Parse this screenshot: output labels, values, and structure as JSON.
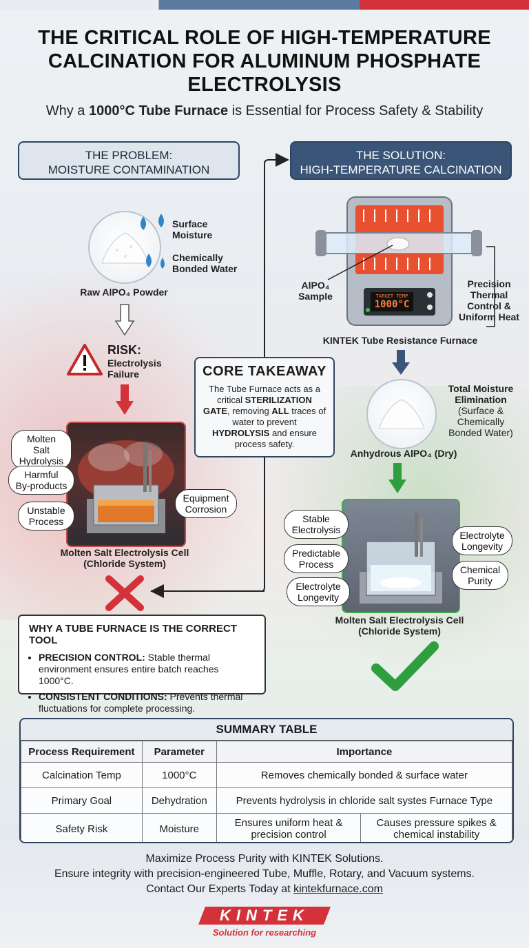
{
  "header": {
    "title": "THE CRITICAL ROLE OF HIGH-TEMPERATURE CALCINATION FOR ALUMINUM PHOSPHATE ELECTROLYSIS",
    "subtitle_pre": "Why a ",
    "subtitle_bold": "1000°C Tube Furnace",
    "subtitle_post": " is Essential for Process Safety & Stability"
  },
  "problem": {
    "heading_1": "THE PROBLEM:",
    "heading_2": "MOISTURE CONTAMINATION",
    "surface_moisture": [
      "Surface",
      "Moisture"
    ],
    "bonded_water": [
      "Chemically",
      "Bonded Water"
    ],
    "powder_label": "Raw AlPO₄ Powder",
    "risk_title": "RISK:",
    "risk_text": [
      "Electrolysis",
      "Failure"
    ],
    "effects": {
      "hydrolysis": [
        "Molten Salt",
        "Hydrolysis"
      ],
      "byproducts": [
        "Harmful",
        "By-products"
      ],
      "unstable": [
        "Unstable",
        "Process"
      ],
      "corrosion": [
        "Equipment",
        "Corrosion"
      ]
    },
    "cell_label": [
      "Molten Salt Electrolysis Cell",
      "(Chloride System)"
    ]
  },
  "solution": {
    "heading_1": "THE SOLUTION:",
    "heading_2": "HIGH-TEMPERATURE CALCINATION",
    "sample_label": [
      "AlPO₄",
      "Sample"
    ],
    "control_label": [
      "Precision",
      "Thermal",
      "Control &",
      "Uniform Heat"
    ],
    "furnace_label": "KINTEK Tube Resistance Furnace",
    "display_top": "TARGET TEMP",
    "display_value": "1000°C",
    "moisture_title": [
      "Total Moisture",
      "Elimination"
    ],
    "moisture_sub": [
      "(Surface &",
      "Chemically",
      "Bonded Water)"
    ],
    "dry_label": "Anhydrous AlPO₄ (Dry)",
    "benefits": {
      "stable": [
        "Stable",
        "Electrolysis"
      ],
      "predictable": [
        "Predictable",
        "Process"
      ],
      "longevity_left": [
        "Electrolyte",
        "Longevity"
      ],
      "longevity_right": [
        "Electrolyte",
        "Longevity"
      ],
      "purity": [
        "Chemical",
        "Purity"
      ]
    },
    "cell_label": [
      "Molten Salt Electrolysis Cell",
      "(Chloride System)"
    ]
  },
  "core": {
    "title": "CORE TAKEAWAY",
    "t1": "The Tube Furnace acts as a critical ",
    "b1": "STERILIZATION GATE",
    "t2": ", removing ",
    "b2": "ALL",
    "t3": " traces of water to prevent ",
    "b3": "HYDROLYSIS",
    "t4": " and ensure process safety."
  },
  "why": {
    "title": "WHY A TUBE FURNACE IS THE CORRECT TOOL",
    "item1_bold": "PRECISION CONTROL:",
    "item1_text": " Stable thermal environment ensures entire batch reaches 1000°C.",
    "item2_bold": "CONSISTENT CONDITIONS:",
    "item2_text": " Prevents thermal fluctuations for complete processing."
  },
  "summary": {
    "title": "SUMMARY TABLE",
    "headers": [
      "Process Requirement",
      "Parameter",
      "Importance"
    ],
    "rows": [
      {
        "req": "Calcination Temp",
        "param": "1000°C",
        "imp": "Removes chemically bonded & surface water"
      },
      {
        "req": "Primary Goal",
        "param": "Dehydration",
        "imp": "Prevents hydrolysis in chloride salt systes Furnace Type"
      },
      {
        "req": "Safety Risk",
        "param": "Moisture",
        "imp_a": "Ensures uniform heat & precision control",
        "imp_b": "Causes pressure spikes & chemical instability"
      }
    ]
  },
  "footer": {
    "line1": "Maximize Process Purity with KINTEK Solutions.",
    "line2": "Ensure integrity with precision-engineered Tube, Muffle, Rotary, and Vacuum systems.",
    "line3_pre": "Contact Our Experts Today at ",
    "line3_link": "kintekfurnace.com",
    "logo_text": "KINTEK",
    "logo_tag": "Solution for researching"
  },
  "colors": {
    "navy": "#2f4461",
    "red": "#d3323a",
    "green": "#2e9e3e",
    "water": "#2f86c8"
  }
}
